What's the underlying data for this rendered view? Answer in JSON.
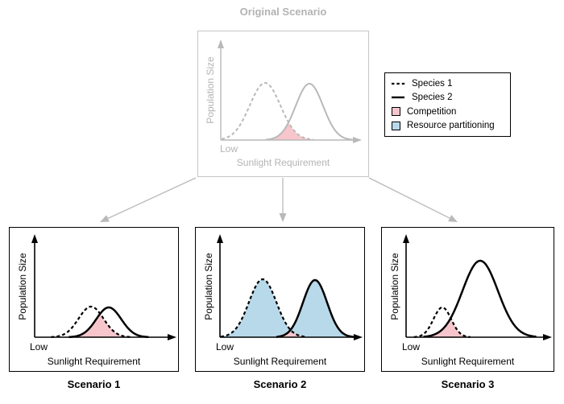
{
  "colors": {
    "competition_fill": "#f7c6cd",
    "partitioning_fill": "#b8d9e9",
    "muted_gray": "#b9b9b9",
    "muted_text": "#b3b3b3",
    "ink": "#000000"
  },
  "legend": {
    "items": [
      {
        "label": "Species 1",
        "marker": "dashed-line"
      },
      {
        "label": "Species 2",
        "marker": "solid-line"
      },
      {
        "label": "Competition",
        "marker": "swatch",
        "color_key": "competition_fill"
      },
      {
        "label": "Resource partitioning",
        "marker": "swatch",
        "color_key": "partitioning_fill"
      }
    ]
  },
  "chart_data": [
    {
      "id": "original",
      "type": "line",
      "title": "Original Scenario",
      "ylabel": "Population Size",
      "xlabel": "Sunlight Requirement",
      "x_origin_label": "Low",
      "muted": true,
      "series": [
        {
          "name": "Species 1",
          "line": "dashed",
          "mu": 83,
          "sigma": 19,
          "peak": 71
        },
        {
          "name": "Species 2",
          "line": "solid",
          "mu": 138,
          "sigma": 17,
          "peak": 70
        }
      ],
      "shaded_regions": [
        {
          "type": "overlap",
          "meaning": "Competition",
          "color_key": "competition_fill"
        }
      ]
    },
    {
      "id": "scenario1",
      "type": "line",
      "caption": "Scenario 1",
      "ylabel": "Population Size",
      "xlabel": "Sunlight Requirement",
      "x_origin_label": "Low",
      "muted": false,
      "series": [
        {
          "name": "Species 1",
          "line": "dashed",
          "mu": 101,
          "sigma": 15.5,
          "peak": 38
        },
        {
          "name": "Species 2",
          "line": "solid",
          "mu": 123,
          "sigma": 15.5,
          "peak": 37
        }
      ],
      "shaded_regions": [
        {
          "type": "overlap",
          "meaning": "Competition",
          "color_key": "competition_fill"
        }
      ]
    },
    {
      "id": "scenario2",
      "type": "area",
      "caption": "Scenario 2",
      "ylabel": "Population Size",
      "xlabel": "Sunlight Requirement",
      "x_origin_label": "Low",
      "muted": false,
      "series": [
        {
          "name": "Species 1",
          "line": "dashed",
          "mu": 83,
          "sigma": 17,
          "peak": 72
        },
        {
          "name": "Species 2",
          "line": "solid",
          "mu": 148,
          "sigma": 15,
          "peak": 71
        }
      ],
      "shaded_regions": [
        {
          "type": "under_species1",
          "meaning": "Resource partitioning",
          "color_key": "partitioning_fill"
        },
        {
          "type": "under_species2",
          "meaning": "Resource partitioning",
          "color_key": "partitioning_fill"
        },
        {
          "type": "overlap",
          "meaning": "Competition",
          "color_key": "competition_fill"
        }
      ]
    },
    {
      "id": "scenario3",
      "type": "line",
      "caption": "Scenario 3",
      "ylabel": "Population Size",
      "xlabel": "Sunlight Requirement",
      "x_origin_label": "Low",
      "muted": false,
      "series": [
        {
          "name": "Species 1",
          "line": "dashed",
          "mu": 75,
          "sigma": 11,
          "peak": 37
        },
        {
          "name": "Species 2",
          "line": "solid",
          "mu": 122,
          "sigma": 22,
          "peak": 95
        }
      ],
      "shaded_regions": [
        {
          "type": "overlap",
          "meaning": "Competition",
          "color_key": "competition_fill"
        }
      ]
    }
  ]
}
